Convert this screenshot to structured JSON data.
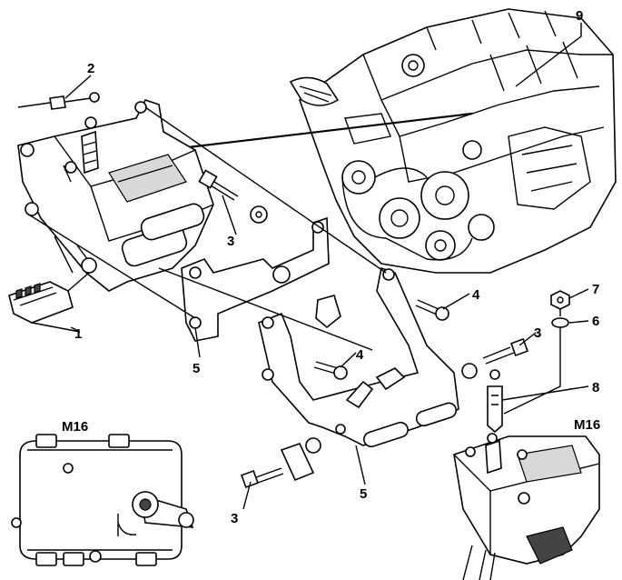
{
  "diagram": {
    "callouts": [
      {
        "id": "c1",
        "label": "1"
      },
      {
        "id": "c2",
        "label": "2"
      },
      {
        "id": "c3a",
        "label": "3"
      },
      {
        "id": "c3b",
        "label": "3"
      },
      {
        "id": "c3c",
        "label": "3"
      },
      {
        "id": "c4a",
        "label": "4"
      },
      {
        "id": "c4b",
        "label": "4"
      },
      {
        "id": "c5a",
        "label": "5"
      },
      {
        "id": "c5b",
        "label": "5"
      },
      {
        "id": "c6",
        "label": "6"
      },
      {
        "id": "c7",
        "label": "7"
      },
      {
        "id": "c8",
        "label": "8"
      },
      {
        "id": "c9",
        "label": "9"
      }
    ],
    "modules": {
      "left": "M16",
      "right": "M16"
    }
  }
}
